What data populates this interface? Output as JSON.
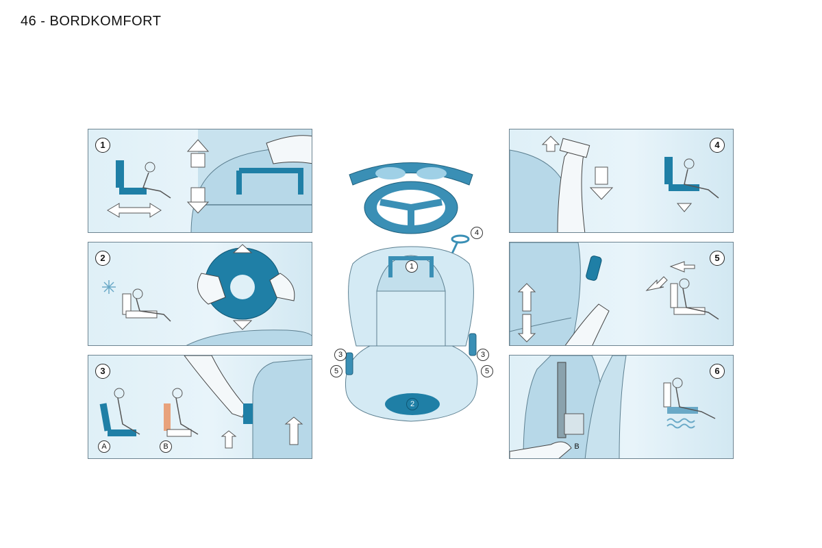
{
  "header": {
    "title": "46 - BORDKOMFORT"
  },
  "panels": [
    {
      "num": "1"
    },
    {
      "num": "2"
    },
    {
      "num": "3",
      "sub_a": "A",
      "sub_b": "B"
    },
    {
      "num": "4"
    },
    {
      "num": "5"
    },
    {
      "num": "6",
      "handle_label": "B"
    }
  ],
  "seat_callouts": {
    "headrest": "4",
    "backrest": "1",
    "cushion": "2",
    "left_upper": "3",
    "left_lower": "5",
    "right_upper": "3",
    "right_lower": "5"
  },
  "colors": {
    "accent": "#1f7fa6",
    "panel_bg": "#dff0f7",
    "border": "#6c8390"
  }
}
